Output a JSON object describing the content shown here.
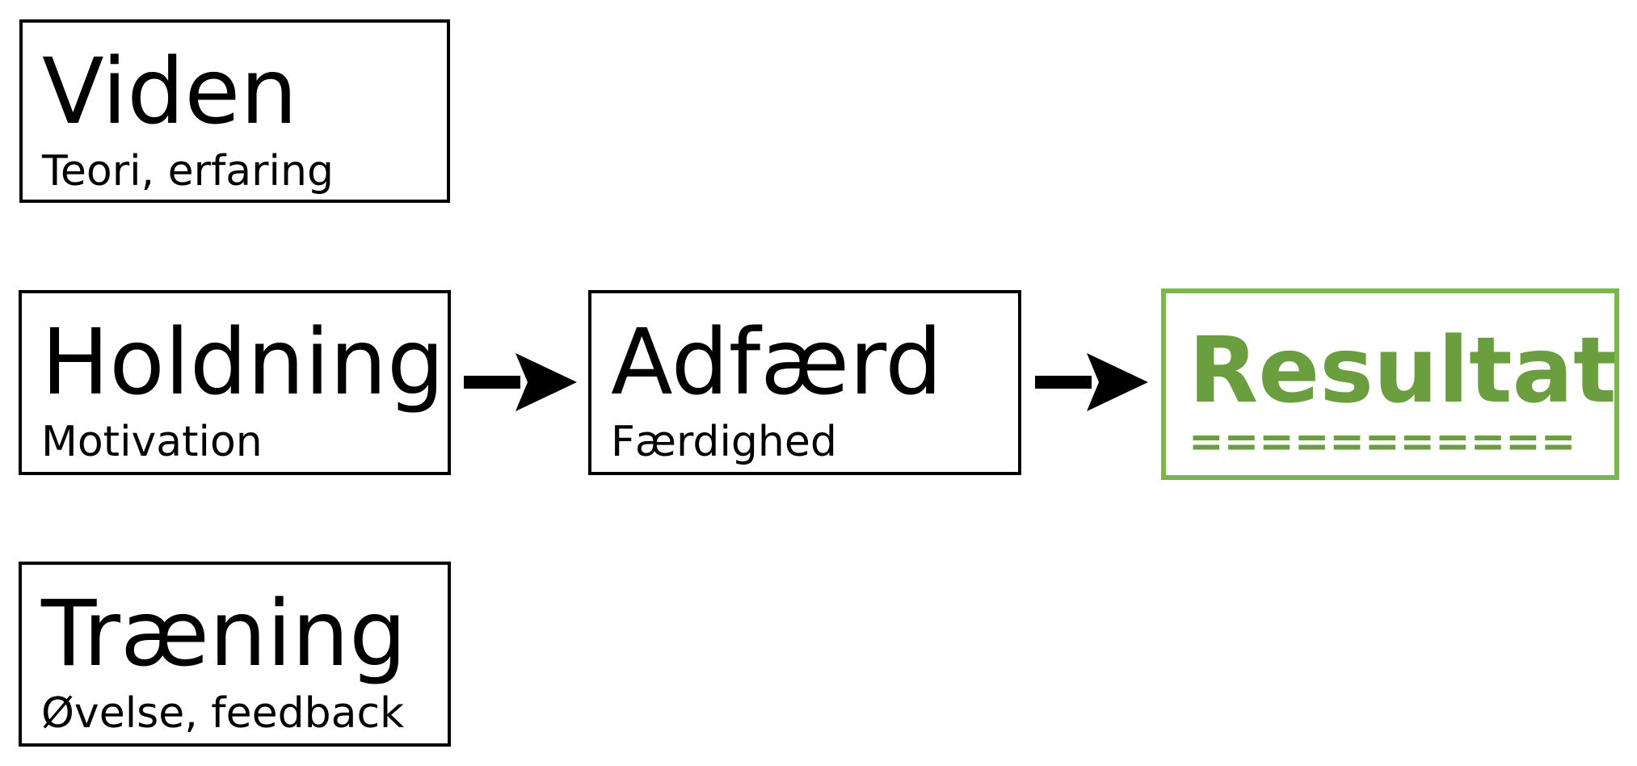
{
  "nodes": {
    "viden": {
      "title": "Viden",
      "subtitle": "Teori, erfaring"
    },
    "holdning": {
      "title": "Holdning",
      "subtitle": "Motivation"
    },
    "traening": {
      "title": "Træning",
      "subtitle": "Øvelse, feedback"
    },
    "adfaerd": {
      "title": "Adfærd",
      "subtitle": "Færdighed"
    },
    "resultat": {
      "title": "Resultat",
      "subtitle": "==========="
    }
  },
  "edges": [
    {
      "from": "Holdning",
      "to": "Adfærd"
    },
    {
      "from": "Adfærd",
      "to": "Resultat"
    }
  ],
  "colors": {
    "box_border": "#000000",
    "result_border": "#7ab648",
    "result_text": "#6a9e3f",
    "arrow": "#000000"
  }
}
